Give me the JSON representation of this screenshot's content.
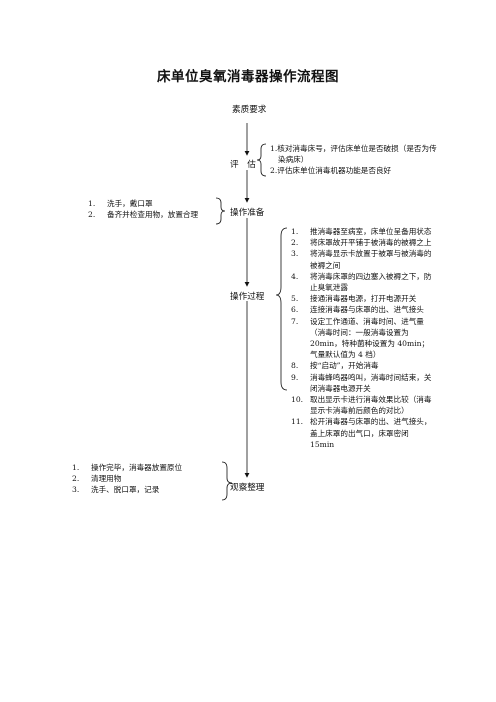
{
  "title": "床单位臭氧消毒器操作流程图",
  "nodes": {
    "quality": "素质要求",
    "assess": "评　估",
    "prepare": "操作准备",
    "process": "操作过程",
    "organize": "观察整理"
  },
  "assess_notes": [
    "1.核对消毒床号，评估床单位是否破损（是否为传",
    "染病床）",
    "2.评估床单位消毒机器功能是否良好"
  ],
  "prepare_items": [
    {
      "num": "1.",
      "text": "洗手，戴口罩"
    },
    {
      "num": "2.",
      "text": "备齐并检查用物，放置合理"
    }
  ],
  "process_items": [
    {
      "num": "1.",
      "text": "推消毒器至病室，床单位呈备用状态"
    },
    {
      "num": "2.",
      "text": "将床罩故开平铺于被消毒的被褥之上"
    },
    {
      "num": "3.",
      "text": "将消毒显示卡放置于被罩与被消毒的被褥之间"
    },
    {
      "num": "4.",
      "text": "将消毒床罩的四边塞入被褥之下，防止臭氧泄露"
    },
    {
      "num": "5.",
      "text": "接通消毒器电源，打开电源开关"
    },
    {
      "num": "6.",
      "text": "连接消毒器与床罩的出、进气接头"
    },
    {
      "num": "7.",
      "text": "设定工作通道、消毒时间、进气量（消毒时间：一般消毒设置为 20min，特种菌种设置为 40min；气量默认值为 4 档）"
    },
    {
      "num": "8.",
      "text": "按“启动”，开始消毒"
    },
    {
      "num": "9.",
      "text": "消毒蜂鸣器鸣叫，消毒时间结束，关闭消毒器电源开关"
    },
    {
      "num": "10.",
      "text": "取出显示卡进行消毒效果比较（消毒显示卡消毒前后颜色的对比）"
    },
    {
      "num": "11.",
      "text": "松开消毒器与床罩的出、进气接头，盖上床罩的出气口，床罩密闭 15min"
    }
  ],
  "organize_items": [
    {
      "num": "1.",
      "text": "操作完毕，消毒器放置原位"
    },
    {
      "num": "2.",
      "text": "清理用物"
    },
    {
      "num": "3.",
      "text": "洗手、脱口罩，记录"
    }
  ]
}
